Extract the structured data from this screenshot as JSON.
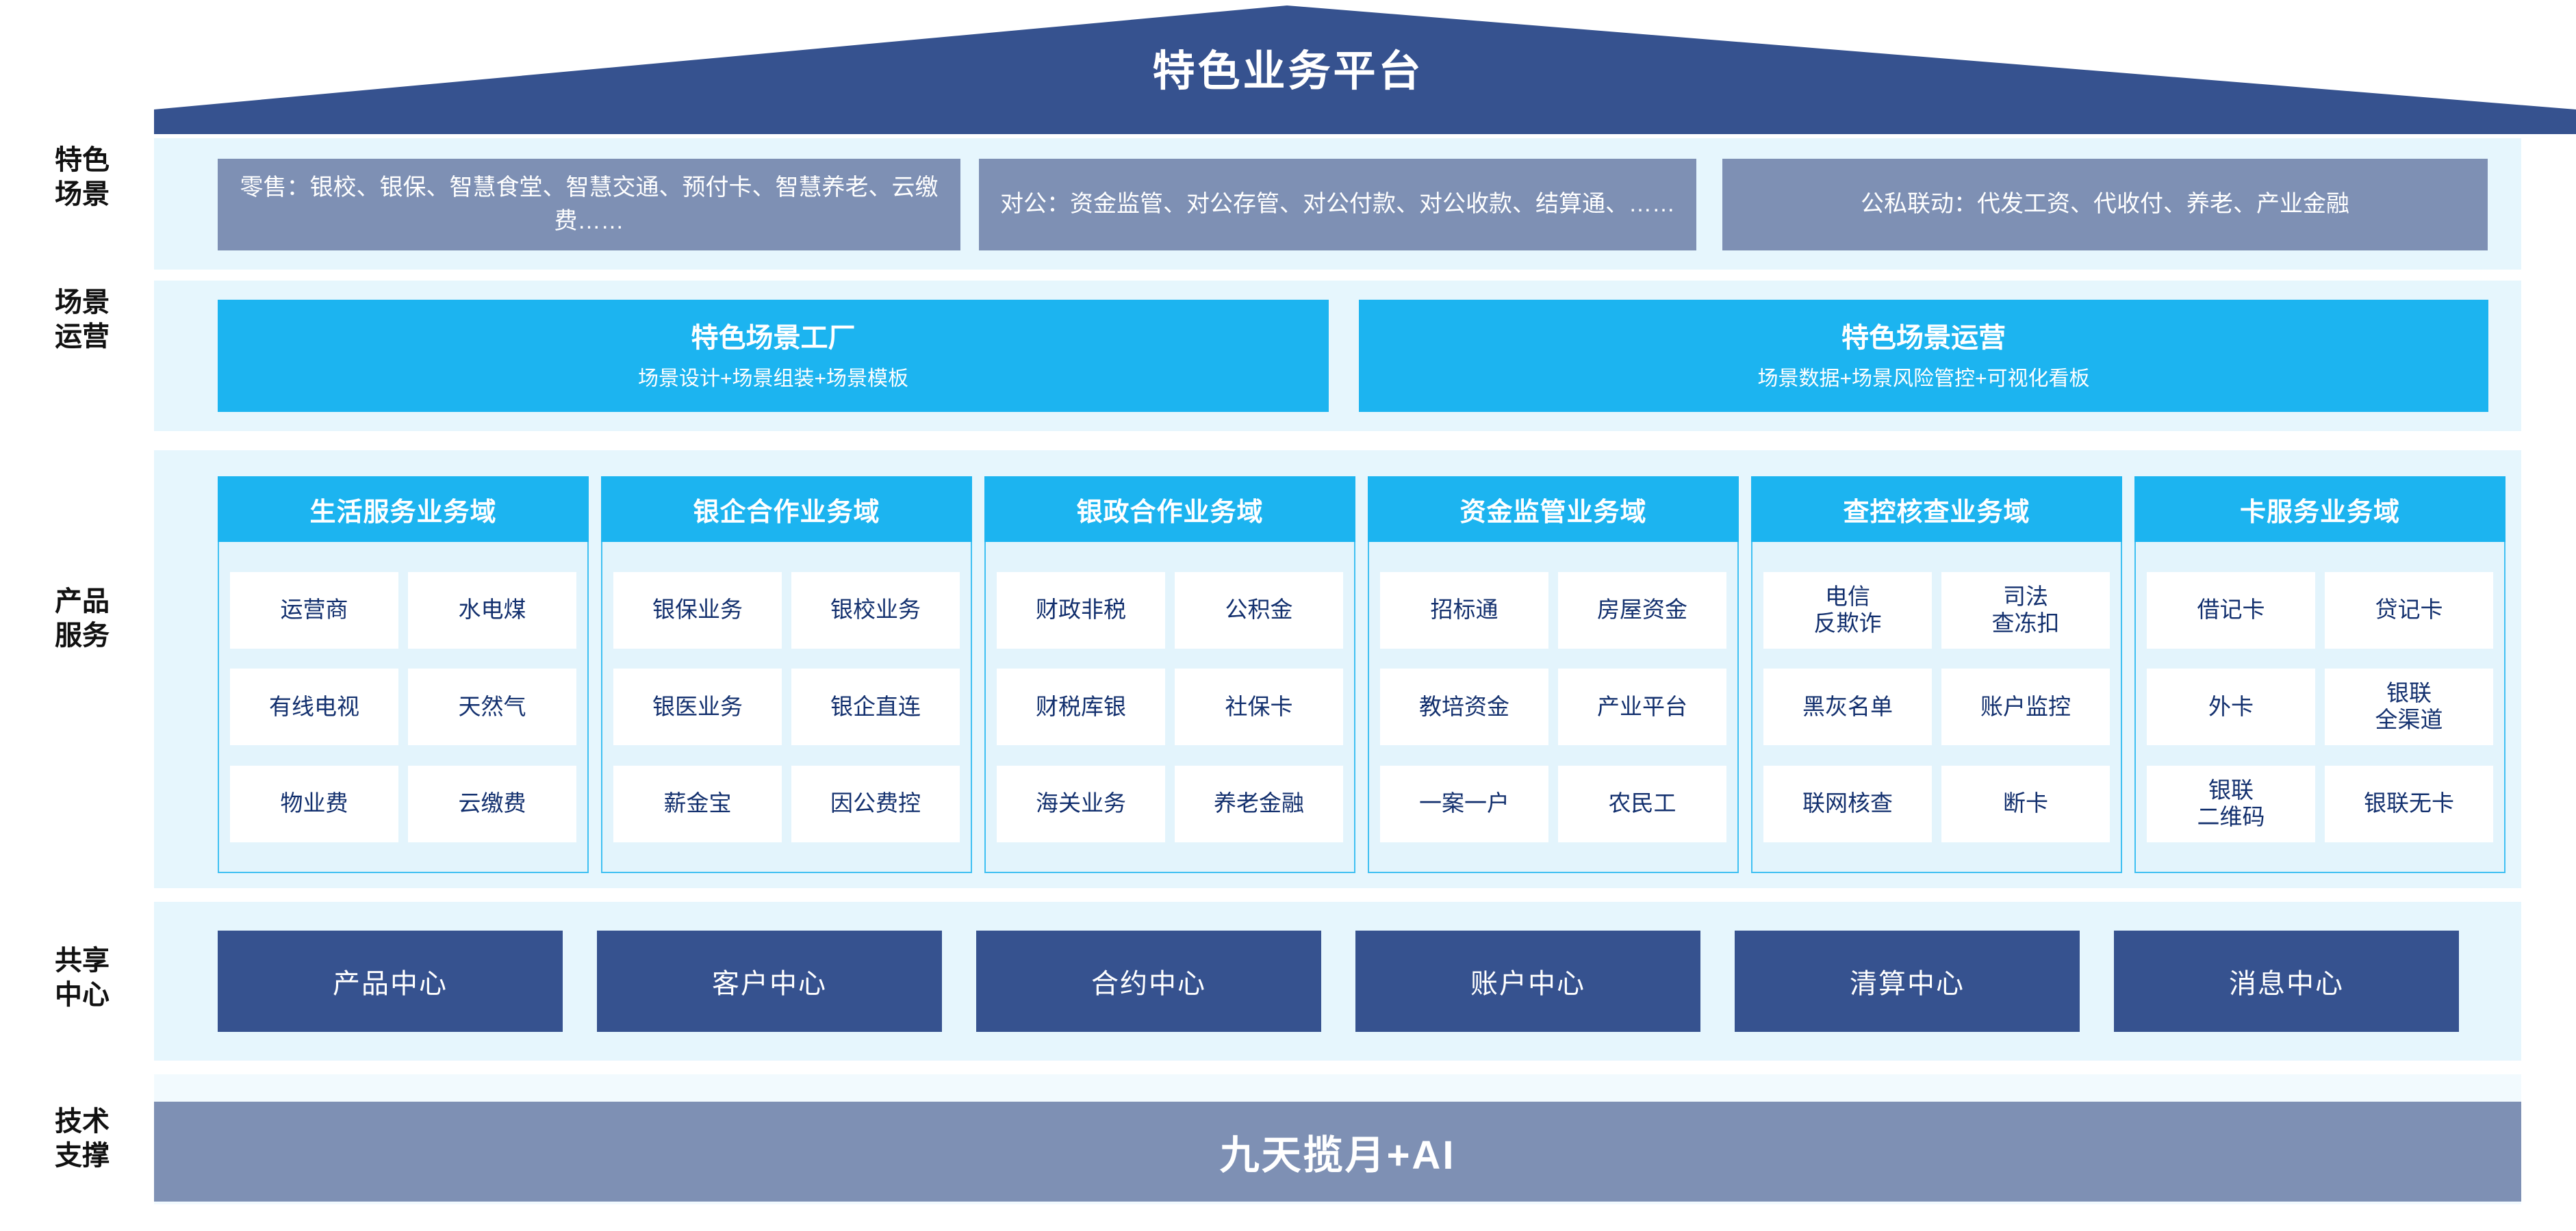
{
  "header": {
    "title": "特色业务平台",
    "roof_color": "#36528F"
  },
  "row_labels": {
    "scenario": "特色\n场景",
    "operation": "场景\n运营",
    "product": "产品\n服务",
    "shared": "共享\n中心",
    "tech": "技术\n支撑"
  },
  "colors": {
    "navy": "#36528F",
    "steel_blue": "#7E90B4",
    "cyan": "#1CB4F0",
    "band_bg": "#E6F6FD",
    "card_bg": "#E3F4FC",
    "cell_text": "#13306E"
  },
  "scenario": {
    "boxes": [
      {
        "label": "零售：银校、银保、智慧食堂、智慧交通、预付卡、智慧养老、云缴费……"
      },
      {
        "label": "对公：资金监管、对公存管、对公付款、对公收款、结算通、……"
      },
      {
        "label": "公私联动：代发工资、代收付、养老、产业金融"
      }
    ]
  },
  "operation": {
    "boxes": [
      {
        "title": "特色场景工厂",
        "subtitle": "场景设计+场景组装+场景模板"
      },
      {
        "title": "特色场景运营",
        "subtitle": "场景数据+场景风险管控+可视化看板"
      }
    ]
  },
  "product": {
    "domains": [
      {
        "title": "生活服务业务域",
        "rows": [
          [
            "运营商",
            "水电煤"
          ],
          [
            "有线电视",
            "天然气"
          ],
          [
            "物业费",
            "云缴费"
          ]
        ]
      },
      {
        "title": "银企合作业务域",
        "rows": [
          [
            "银保业务",
            "银校业务"
          ],
          [
            "银医业务",
            "银企直连"
          ],
          [
            "薪金宝",
            "因公费控"
          ]
        ]
      },
      {
        "title": "银政合作业务域",
        "rows": [
          [
            "财政非税",
            "公积金"
          ],
          [
            "财税库银",
            "社保卡"
          ],
          [
            "海关业务",
            "养老金融"
          ]
        ]
      },
      {
        "title": "资金监管业务域",
        "rows": [
          [
            "招标通",
            "房屋资金"
          ],
          [
            "教培资金",
            "产业平台"
          ],
          [
            "一案一户",
            "农民工"
          ]
        ]
      },
      {
        "title": "查控核查业务域",
        "rows": [
          [
            "电信\n反欺诈",
            "司法\n查冻扣"
          ],
          [
            "黑灰名单",
            "账户监控"
          ],
          [
            "联网核查",
            "断卡"
          ]
        ]
      },
      {
        "title": "卡服务业务域",
        "rows": [
          [
            "借记卡",
            "贷记卡"
          ],
          [
            "外卡",
            "银联\n全渠道"
          ],
          [
            "银联\n二维码",
            "银联无卡"
          ]
        ]
      }
    ]
  },
  "shared": {
    "centers": [
      "产品中心",
      "客户中心",
      "合约中心",
      "账户中心",
      "清算中心",
      "消息中心"
    ]
  },
  "tech": {
    "label": "九天揽月+AI"
  }
}
